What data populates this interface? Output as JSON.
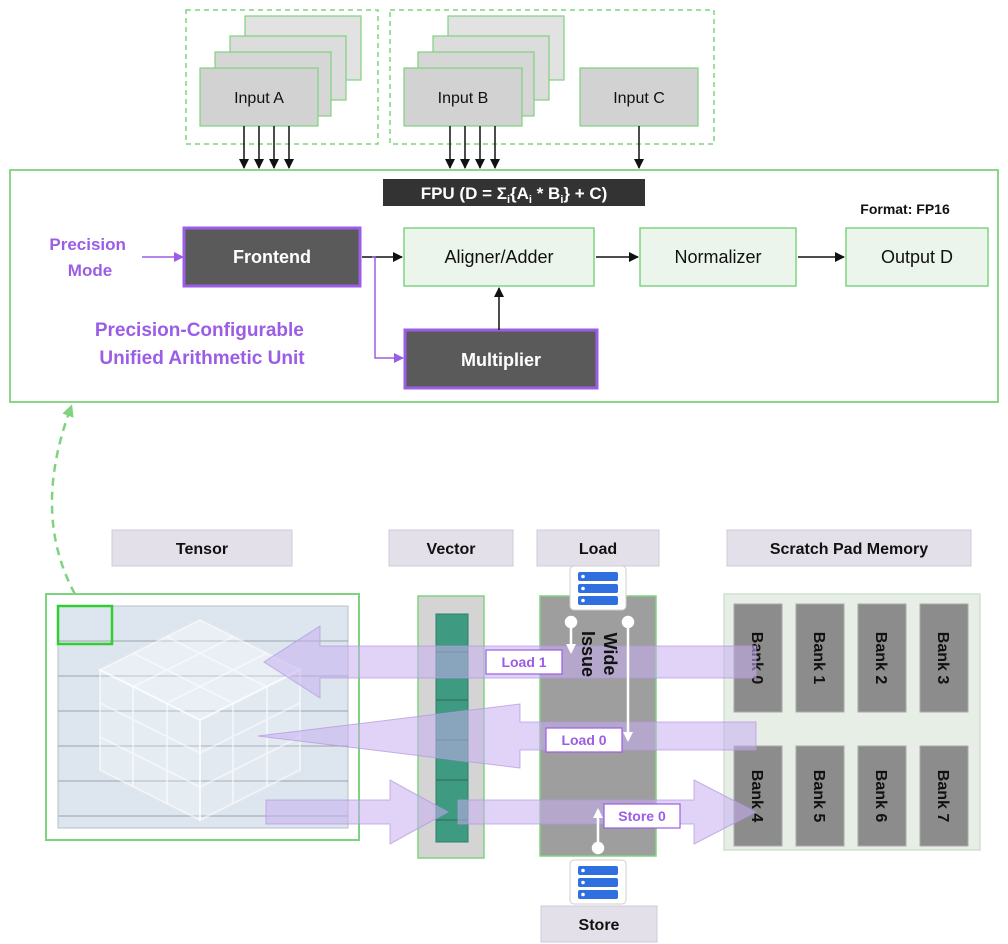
{
  "fpu": {
    "title": "FPU (D = Σ",
    "title_sub_i": "i",
    "title_mid1": "{A",
    "title_sub_a": "i",
    "title_mid2": " * B",
    "title_sub_b": "i",
    "title_end": "} + C)",
    "format": "Format: FP16",
    "precision_mode": [
      "Precision",
      "Mode"
    ],
    "unit_caption": [
      "Precision-Configurable",
      "Unified Arithmetic Unit"
    ],
    "blocks": {
      "frontend": "Frontend",
      "aligner": "Aligner/Adder",
      "normalizer": "Normalizer",
      "output": "Output D",
      "multiplier": "Multiplier"
    }
  },
  "inputs": {
    "a": "Input A",
    "b": "Input B",
    "c": "Input C"
  },
  "bottom": {
    "headers": {
      "tensor": "Tensor",
      "vector": "Vector",
      "load": "Load",
      "spm": "Scratch Pad Memory",
      "store": "Store"
    },
    "wide_issue": [
      "Wide",
      "Issue"
    ],
    "flows": {
      "load1": "Load 1",
      "load0": "Load 0",
      "store0": "Store 0"
    },
    "banks": [
      "Bank 0",
      "Bank 1",
      "Bank 2",
      "Bank 3",
      "Bank 4",
      "Bank 5",
      "Bank 6",
      "Bank 7"
    ]
  },
  "colors": {
    "purple": "#9b5de5",
    "green": "#7ed37e",
    "dark_block": "#5a5a5a",
    "light_block": "#ebf5eb",
    "gray_box": "#d8d8d8"
  }
}
